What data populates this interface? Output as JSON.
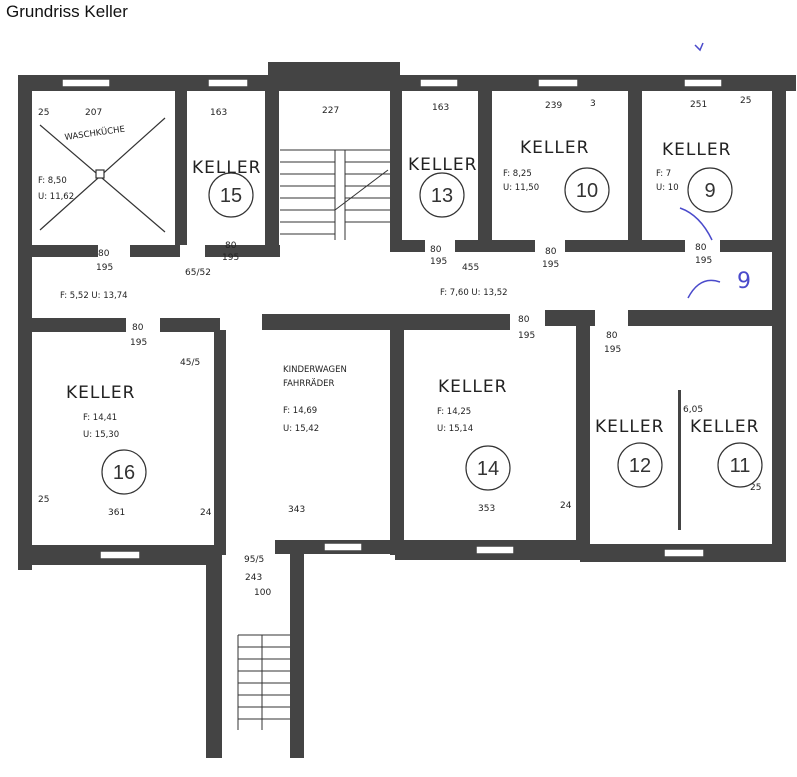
{
  "title": "Grundriss Keller",
  "rooms": {
    "r_wash": {
      "line1": "F: 8,50",
      "line2": "U: 11,62",
      "label": "WASCHKÜCHE"
    },
    "r15": {
      "label": "KELLER",
      "number": "15"
    },
    "r13": {
      "label": "KELLER",
      "number": "13"
    },
    "r10": {
      "label": "KELLER",
      "line1": "F: 8,25",
      "line2": "U: 11,50",
      "number": "10"
    },
    "r9": {
      "label": "KELLER",
      "line1": "F: 7",
      "line2": "U: 10",
      "number": "9"
    },
    "r16": {
      "label": "KELLER",
      "line1": "F: 14,41",
      "line2": "U: 15,30",
      "number": "16"
    },
    "r_bikes": {
      "line1": "KINDERWAGEN",
      "line2": "FAHRRÄDER",
      "line3": "F: 14,69",
      "line4": "U: 15,42"
    },
    "r14": {
      "label": "KELLER",
      "line1": "F: 14,25",
      "line2": "U: 15,14",
      "number": "14"
    },
    "r12": {
      "label": "KELLER",
      "number": "12"
    },
    "r11": {
      "label": "KELLER",
      "number": "11"
    }
  },
  "corridor": {
    "left": "F: 5,52   U: 13,74",
    "right": "F: 7,60   U: 13,52"
  },
  "annotation_9": "9",
  "dims": {
    "d25a": "25",
    "d207": "207",
    "d163a": "163",
    "d227": "227",
    "d163b": "163",
    "d239": "239",
    "d3": "3",
    "d251": "251",
    "d25b": "25",
    "d80_195_a": "80",
    "d195_a": "195",
    "d80_195_b": "80",
    "d195_b": "195",
    "d65_52": "65/52",
    "d455": "455",
    "d80_c": "80",
    "d195_c": "195",
    "d80_d": "80",
    "d195_d": "195",
    "d80_e": "80",
    "d195_e": "195",
    "d80_f": "80",
    "d195_f": "195",
    "d80_g": "80",
    "d195_g": "195",
    "d80_h": "80",
    "d195_h": "195",
    "d45_5": "45/5",
    "d25c": "25",
    "d361": "361",
    "d24a": "24",
    "d343": "343",
    "d353": "353",
    "d24b": "24",
    "d605": "6,05",
    "d25d": "25",
    "d95_5": "95/5",
    "d100": "100",
    "d243": "243"
  },
  "colors": {
    "wall": "#444444",
    "ink": "#222222",
    "accent": "#4a4acb"
  }
}
